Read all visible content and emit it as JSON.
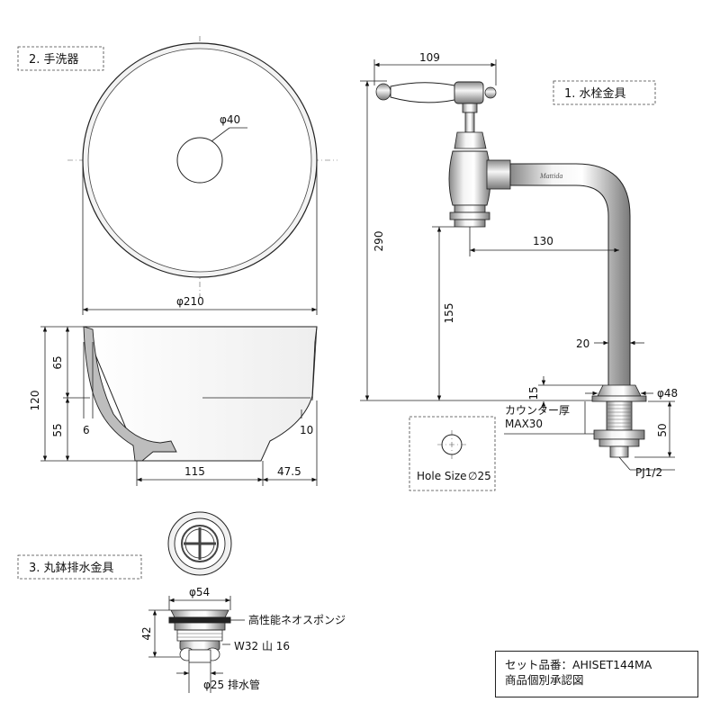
{
  "labels": {
    "faucet_box": "1. 水栓金具",
    "basin_box": "2. 手洗器",
    "drain_box": "3. 丸鉢排水金具"
  },
  "basin": {
    "hole_dia": "φ40",
    "outer_dia": "φ210",
    "height_total": "120",
    "upper_height": "65",
    "lower_height": "55",
    "wall_left": "6",
    "wall_right": "10",
    "base_width": "115",
    "base_offset": "47.5"
  },
  "faucet": {
    "width": "109",
    "height": "290",
    "reach": "130",
    "spout_height": "155",
    "pipe_dia": "20",
    "flange_thk": "15",
    "flange_dia": "φ48",
    "counter_note": "カウンター厚",
    "counter_max": "MAX30",
    "thread_len": "50",
    "thread_spec": "PJ1/2",
    "hole_size_label": "Hole Size",
    "hole_size_value": "∅25",
    "brand": "Mattida"
  },
  "drain": {
    "dia": "φ54",
    "height": "42",
    "sponge": "高性能ネオスポンジ",
    "thread": "W32 山 16",
    "pipe": "φ25 排水管"
  },
  "info": {
    "set_no": "セット品番：AHISET144MA",
    "doc": "商品個別承認図"
  }
}
